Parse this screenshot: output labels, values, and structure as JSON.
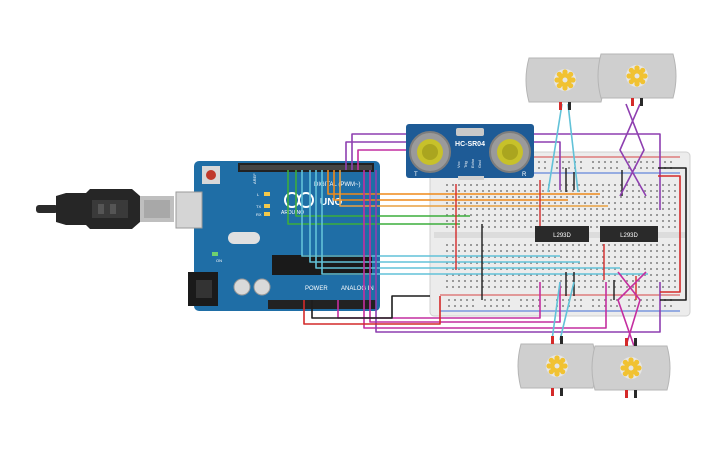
{
  "arduino": {
    "brand": "UNO",
    "logo_label": "ARDUINO",
    "digital_label": "DIGITAL (PWM~)",
    "power_label": "POWER",
    "analog_label": "ANALOG IN",
    "aref_label": "AREF",
    "led_l_label": "L",
    "tx_label": "TX",
    "rx_label": "RX",
    "on_label": "ON"
  },
  "sensor": {
    "model": "HC-SR04",
    "pin_vcc": "Vcc",
    "pin_trig": "Trig",
    "pin_echo": "Echo",
    "pin_gnd": "Gnd",
    "left_mark": "T",
    "right_mark": "R"
  },
  "drivers": [
    {
      "label": "L293D"
    },
    {
      "label": "L293D"
    }
  ],
  "motors": [
    {
      "name": "motor-top-left"
    },
    {
      "name": "motor-top-right"
    },
    {
      "name": "motor-bottom-left"
    },
    {
      "name": "motor-bottom-right"
    }
  ],
  "colors": {
    "arduino_board": "#1f6ea6",
    "breadboard": "#ececec",
    "sensor_board": "#1e5b96",
    "motor_body": "#cfcfcf",
    "gear": "#f1c232",
    "wire_purple": "#8e3fb0",
    "wire_magenta": "#c42ea0",
    "wire_orange": "#ef8a1a",
    "wire_green": "#3cad3c",
    "wire_lightblue": "#62c2d8",
    "wire_red": "#d42a2a",
    "wire_black": "#1d1d1d"
  }
}
